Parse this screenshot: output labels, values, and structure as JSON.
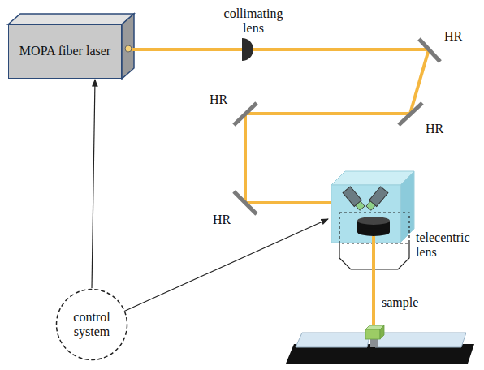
{
  "diagram": {
    "nodes": [
      {
        "text": [
          "MOPA fiber laser"
        ]
      },
      {
        "text": [
          "control system"
        ]
      }
    ],
    "edges": [
      {
        "from": 1,
        "to": 0,
        "arrow": "to"
      }
    ],
    "labels": [
      "collimating lens",
      "HR",
      "HR",
      "HR",
      "HR",
      "telecentric lens",
      "sample"
    ]
  }
}
